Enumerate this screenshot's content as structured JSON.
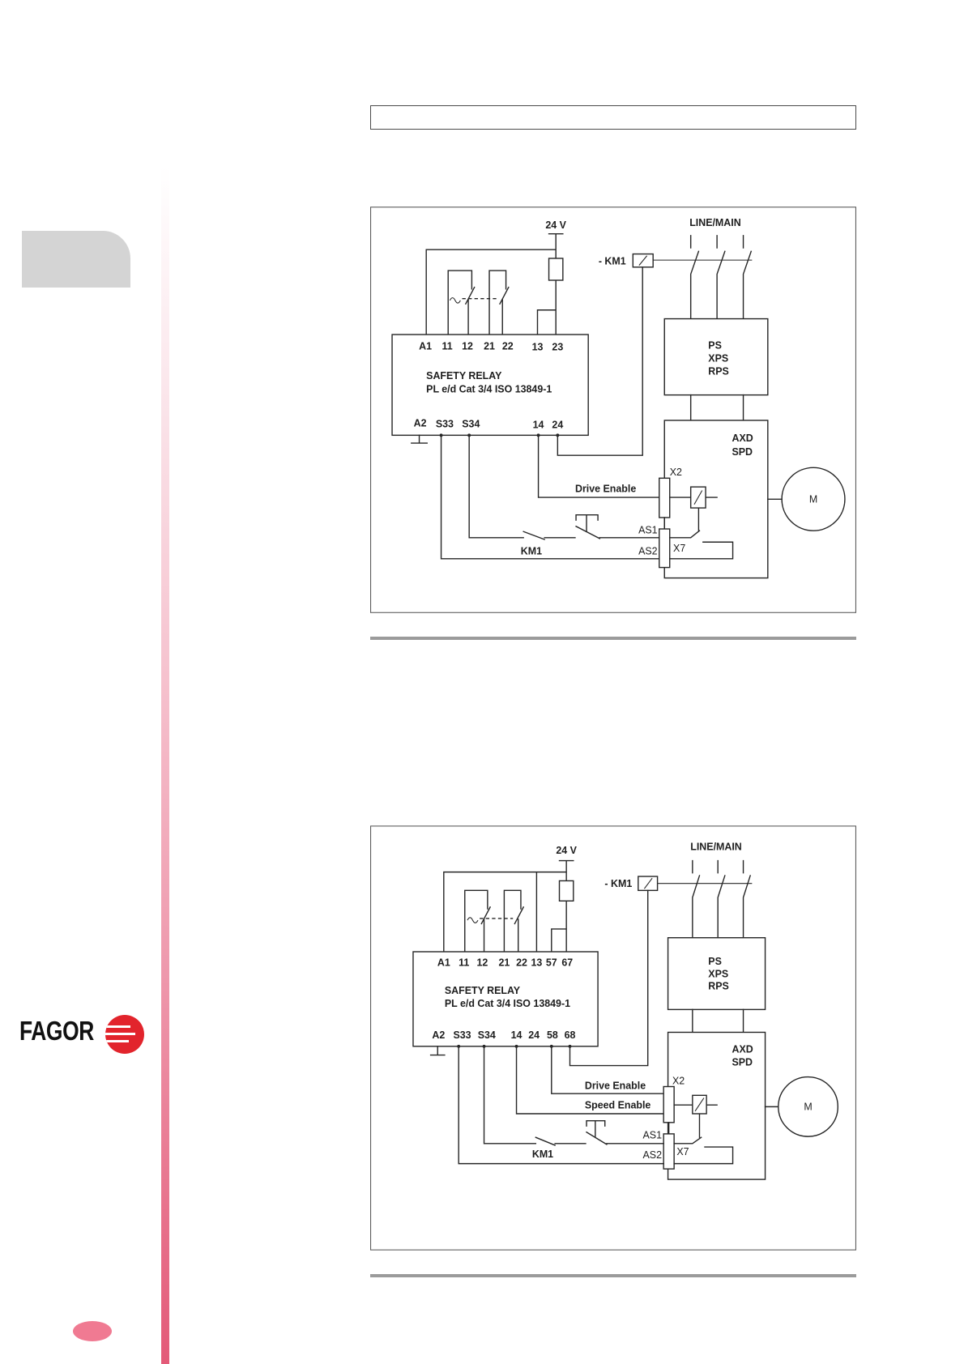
{
  "colors": {
    "side_bar": "#e35a78",
    "side_tab": "#d4d4d4",
    "logo_red": "#e2242c",
    "page_marker": "#f07a92",
    "rule": "#9b9b9b"
  },
  "logo": {
    "text": "FAGOR"
  },
  "figure_1": {
    "supply_label": "24 V",
    "mains_label": "LINE/MAIN",
    "contactor_label": "- KM1",
    "relay": {
      "name": "SAFETY RELAY",
      "rating": "PL e/d Cat 3/4 ISO 13849-1",
      "top_terminals": [
        "A1",
        "11",
        "12",
        "21",
        "22",
        "13",
        "23"
      ],
      "bottom_terminals": [
        "A2",
        "S33",
        "S34",
        "14",
        "24"
      ]
    },
    "power_supply_labels": [
      "PS",
      "XPS",
      "RPS"
    ],
    "drive_labels": [
      "AXD",
      "SPD"
    ],
    "motor_label": "M",
    "connectors": {
      "x2": "X2",
      "x7": "X7",
      "as1": "AS1",
      "as2": "AS2"
    },
    "signals": [
      "Drive Enable"
    ],
    "contact_label": "KM1"
  },
  "figure_2": {
    "supply_label": "24 V",
    "mains_label": "LINE/MAIN",
    "contactor_label": "- KM1",
    "relay": {
      "name": "SAFETY RELAY",
      "rating": "PL e/d Cat 3/4 ISO 13849-1",
      "top_terminals": [
        "A1",
        "11",
        "12",
        "21",
        "22",
        "13",
        "57",
        "67"
      ],
      "bottom_terminals": [
        "A2",
        "S33",
        "S34",
        "14",
        "24",
        "58",
        "68"
      ]
    },
    "power_supply_labels": [
      "PS",
      "XPS",
      "RPS"
    ],
    "drive_labels": [
      "AXD",
      "SPD"
    ],
    "motor_label": "M",
    "connectors": {
      "x2": "X2",
      "x7": "X7",
      "as1": "AS1",
      "as2": "AS2"
    },
    "signals": [
      "Drive Enable",
      "Speed Enable"
    ],
    "contact_label": "KM1"
  }
}
